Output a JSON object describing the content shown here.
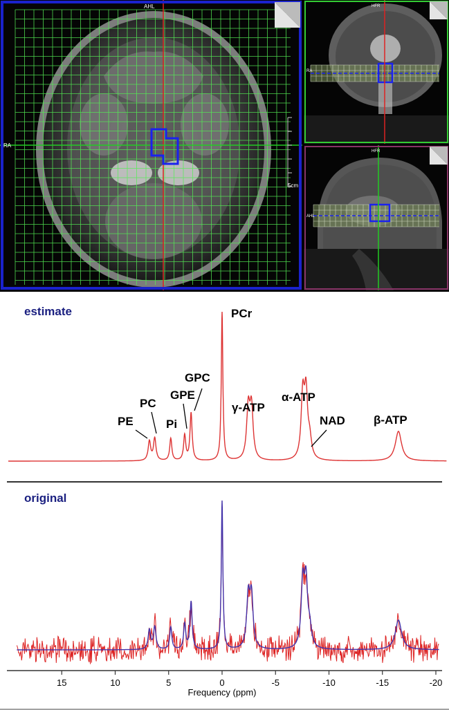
{
  "mri": {
    "axial_label_top": "AHL",
    "axial_label_left": "RA",
    "scale_label": "5cm",
    "coronal_label_top": "HFR",
    "coronal_label_left": "RA",
    "sagittal_label_top": "HFR",
    "sagittal_label_left": "AHL"
  },
  "colors": {
    "grid": "#55ee55",
    "voxel": "#1a22ee",
    "frame_axial": "#1a22cc",
    "frame_coronal": "#33cc33",
    "frame_sagittal": "#883366",
    "cursor_red": "#dd2222",
    "cursor_green": "#22cc22",
    "estimate_line": "#dd3333",
    "original_fit": "#4433aa",
    "original_noise": "#dd2222",
    "title_navy": "#1a1f80"
  },
  "chart_data": [
    {
      "type": "line",
      "title": "estimate",
      "xlim": [
        20,
        -21
      ],
      "x_reversed": true,
      "peaks": [
        {
          "label": "PE",
          "ppm": 6.8,
          "height": 0.13
        },
        {
          "label": "PC",
          "ppm": 6.3,
          "height": 0.15
        },
        {
          "label": "Pi",
          "ppm": 4.8,
          "height": 0.15
        },
        {
          "label": "GPE",
          "ppm": 3.5,
          "height": 0.17
        },
        {
          "label": "GPC",
          "ppm": 2.9,
          "height": 0.32
        },
        {
          "label": "PCr",
          "ppm": 0.0,
          "height": 1.0
        },
        {
          "label": "γ-ATP",
          "ppm": -2.6,
          "height": 0.34
        },
        {
          "label": "α-ATP",
          "ppm": -7.7,
          "height": 0.42
        },
        {
          "label": "NAD",
          "ppm": -8.2,
          "height": 0.12
        },
        {
          "label": "β-ATP",
          "ppm": -16.5,
          "height": 0.2
        }
      ]
    },
    {
      "type": "line",
      "title": "original",
      "xlabel": "Frequency (ppm)",
      "xlim": [
        20,
        -21
      ],
      "x_reversed": true,
      "xticks": [
        15,
        10,
        5,
        0,
        -5,
        -10,
        -15,
        -20
      ],
      "xtick_labels": [
        "15",
        "10",
        "5",
        "0",
        "-5",
        "-10",
        "-15",
        "-20"
      ],
      "series": [
        {
          "role": "fit"
        },
        {
          "role": "noisy data"
        }
      ]
    }
  ]
}
